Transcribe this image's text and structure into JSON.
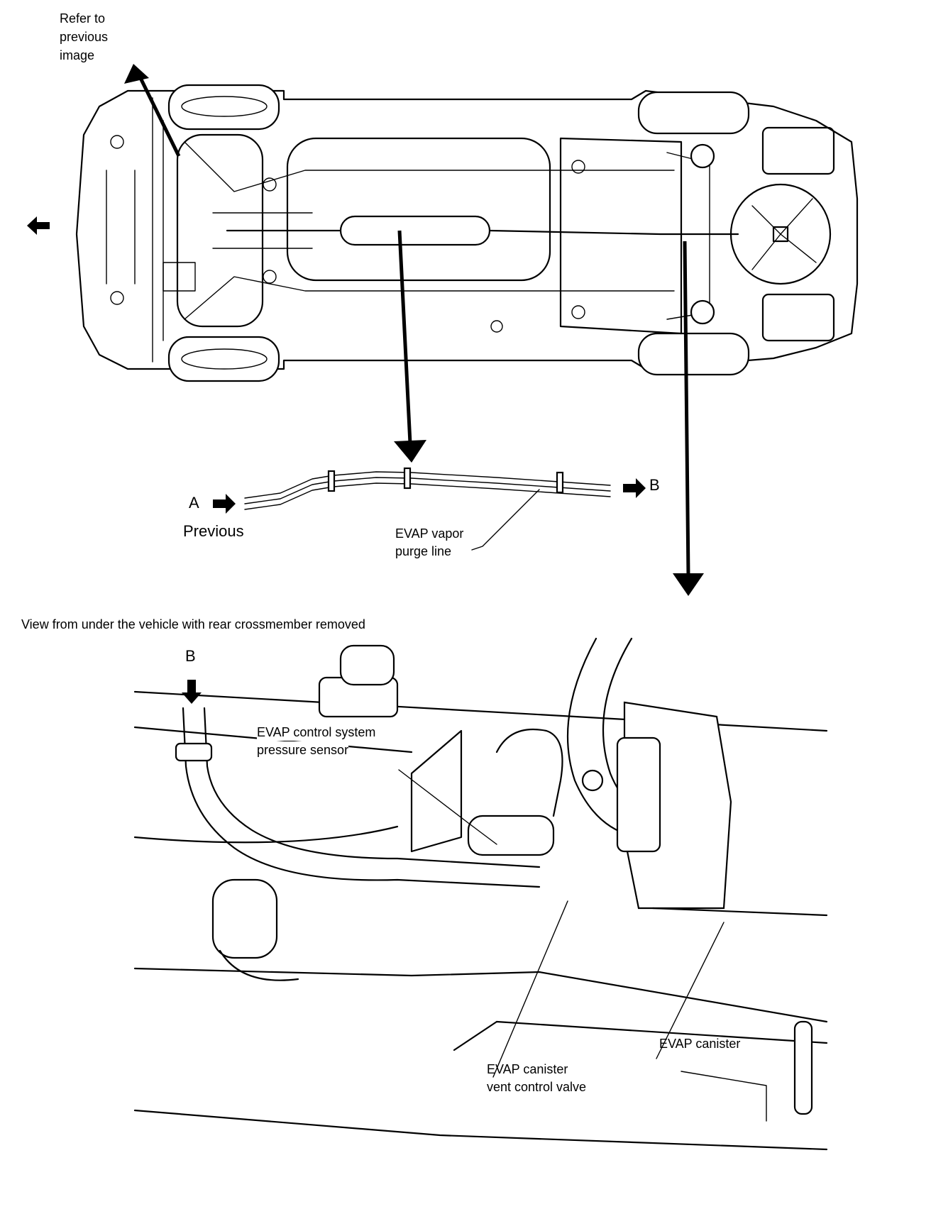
{
  "labels": {
    "refer_line1": "Refer to",
    "refer_line2": "previous",
    "refer_line3": "image",
    "label_a": "A",
    "previous": "Previous",
    "label_b_right": "B",
    "evap_purge_line1": "EVAP vapor",
    "evap_purge_line2": "purge line",
    "view_caption": "View from under the vehicle with rear crossmember removed",
    "label_b_top": "B",
    "pressure_sensor_line1": "EVAP control system",
    "pressure_sensor_line2": "pressure sensor",
    "evap_canister": "EVAP canister",
    "vent_valve_line1": "EVAP canister",
    "vent_valve_line2": "vent control valve"
  }
}
